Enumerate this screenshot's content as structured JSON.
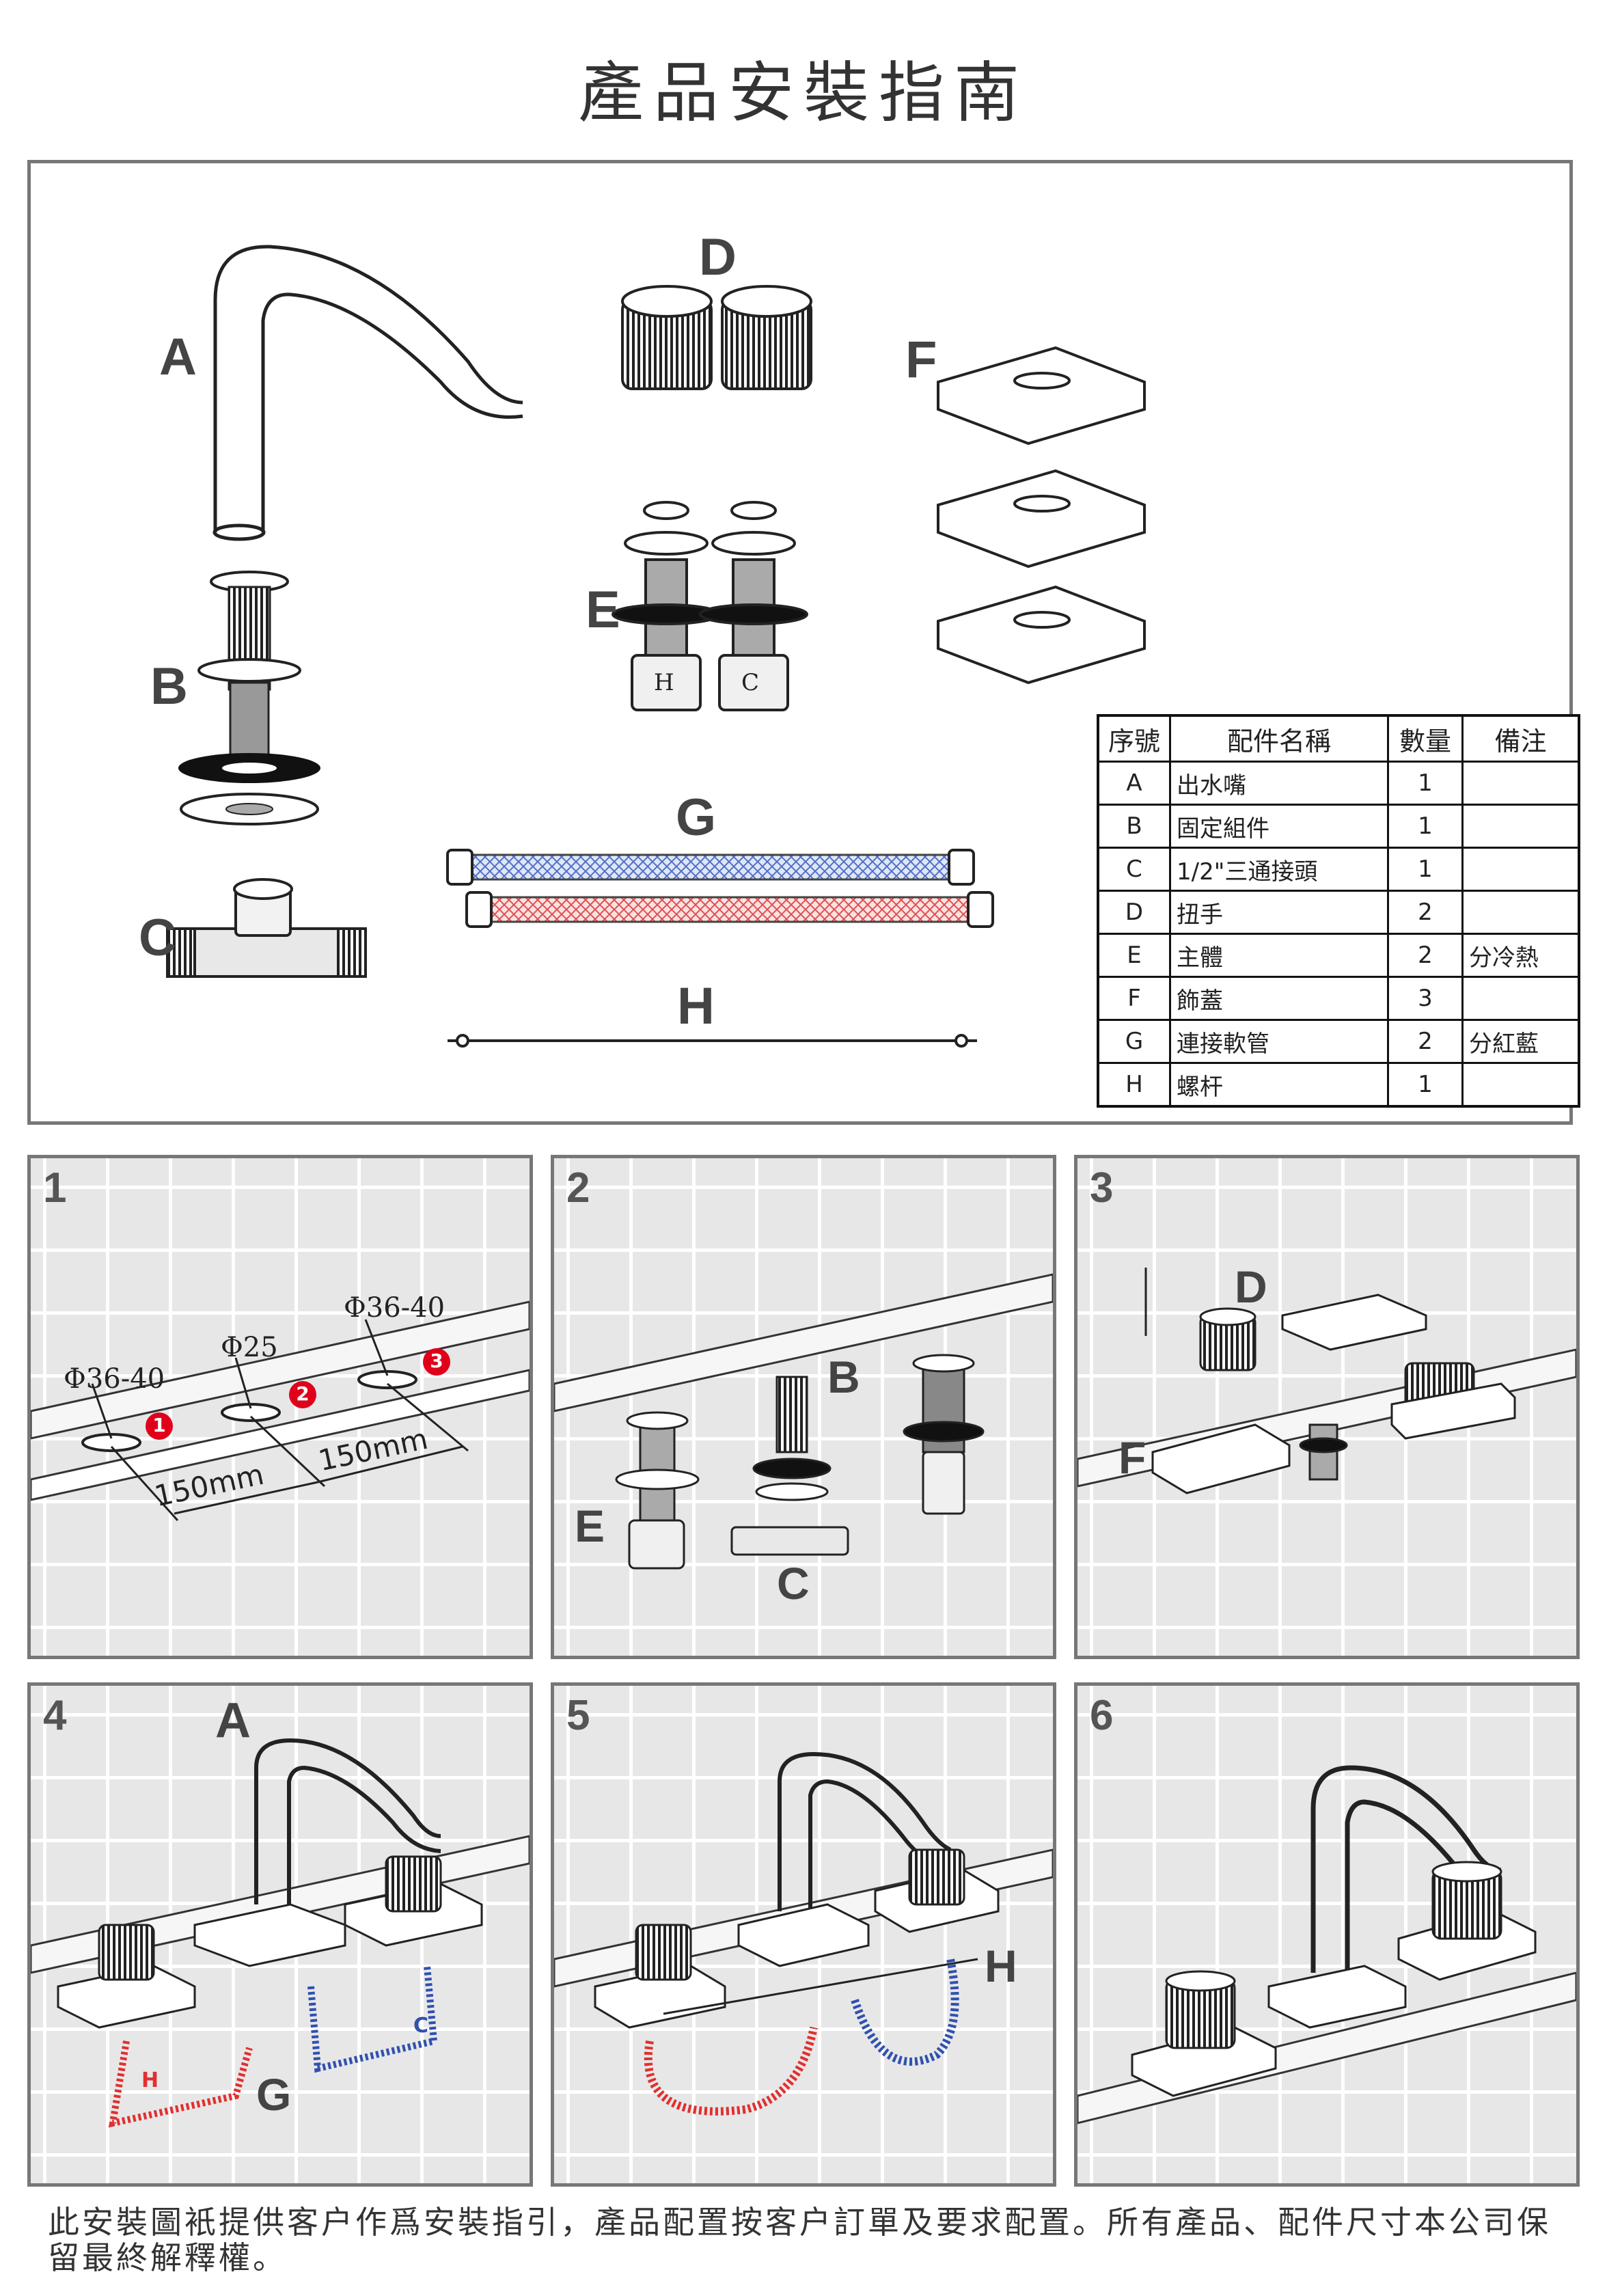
{
  "title": "產品安裝指南",
  "parts_labels": {
    "A": "A",
    "B": "B",
    "C": "C",
    "D": "D",
    "E": "E",
    "F": "F",
    "G": "G",
    "H": "H",
    "valve_h": "H",
    "valve_c": "C"
  },
  "table": {
    "headers": [
      "序號",
      "配件名稱",
      "數量",
      "備注"
    ],
    "rows": [
      {
        "seq": "A",
        "name": "出水嘴",
        "qty": "1",
        "note": ""
      },
      {
        "seq": "B",
        "name": "固定組件",
        "qty": "1",
        "note": ""
      },
      {
        "seq": "C",
        "name": "1/2\"三通接頭",
        "qty": "1",
        "note": ""
      },
      {
        "seq": "D",
        "name": "扭手",
        "qty": "2",
        "note": ""
      },
      {
        "seq": "E",
        "name": "主體",
        "qty": "2",
        "note": "分冷熱"
      },
      {
        "seq": "F",
        "name": "飾蓋",
        "qty": "3",
        "note": ""
      },
      {
        "seq": "G",
        "name": "連接軟管",
        "qty": "2",
        "note": "分紅藍"
      },
      {
        "seq": "H",
        "name": "螺杆",
        "qty": "1",
        "note": ""
      }
    ]
  },
  "steps": {
    "s1": {
      "num": "1",
      "hole1": "Φ36-40",
      "hole2": "Φ25",
      "hole3": "Φ36-40",
      "spacing1": "150mm",
      "spacing2": "150mm",
      "m1": "1",
      "m2": "2",
      "m3": "3"
    },
    "s2": {
      "num": "2",
      "label_b": "B",
      "label_e": "E",
      "label_c": "C"
    },
    "s3": {
      "num": "3",
      "label_d": "D",
      "label_f": "F"
    },
    "s4": {
      "num": "4",
      "label_a": "A",
      "label_g": "G",
      "label_h": "H",
      "label_c": "C"
    },
    "s5": {
      "num": "5",
      "label_h": "H"
    },
    "s6": {
      "num": "6"
    }
  },
  "footer": "此安裝圖衹提供客户作爲安裝指引，產品配置按客户訂單及要求配置。所有產品、配件尺寸本公司保留最終解釋權。",
  "colors": {
    "frame": "#777777",
    "hot": "#e03030",
    "cold": "#3050b0",
    "marker": "#e0001a"
  }
}
